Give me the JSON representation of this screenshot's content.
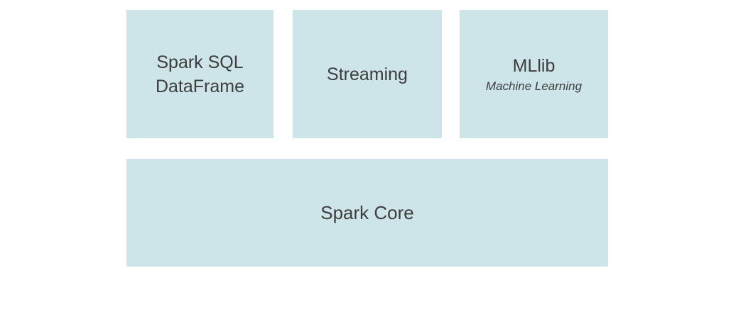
{
  "diagram": {
    "colors": {
      "box_fill": "#cde4e9",
      "text": "#3d3d3d",
      "background": "#ffffff"
    },
    "boxes": {
      "spark_sql": {
        "line1": "Spark SQL",
        "line2": "DataFrame"
      },
      "streaming": {
        "label": "Streaming"
      },
      "mllib": {
        "label": "MLlib",
        "sublabel": "Machine Learning"
      },
      "spark_core": {
        "label": "Spark Core"
      }
    }
  }
}
